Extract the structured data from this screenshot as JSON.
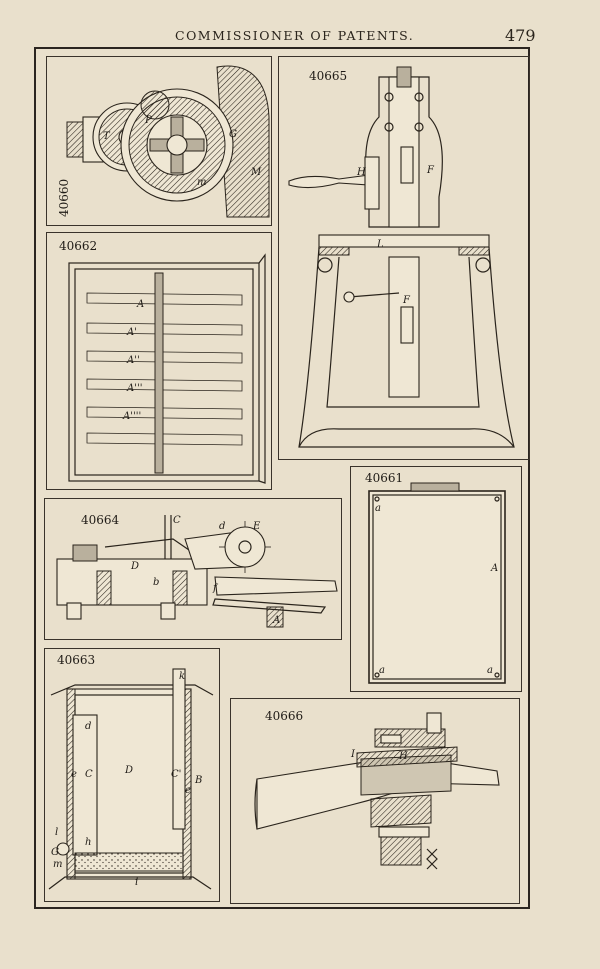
{
  "header": {
    "title": "COMMISSIONER OF PATENTS.",
    "page_number": "479"
  },
  "figures": [
    {
      "id": "fig-40660",
      "label": "40660",
      "letters": [
        "T",
        "P",
        "G",
        "M",
        "m"
      ]
    },
    {
      "id": "fig-40665",
      "label": "40665",
      "letters": [
        "H",
        "F",
        "L",
        "F"
      ]
    },
    {
      "id": "fig-40662",
      "label": "40662",
      "letters": [
        "A",
        "A'",
        "A''",
        "A'''",
        "A''''"
      ]
    },
    {
      "id": "fig-40661",
      "label": "40661",
      "letters": [
        "a",
        "A",
        "a",
        "a"
      ]
    },
    {
      "id": "fig-40664",
      "label": "40664",
      "letters": [
        "C",
        "d",
        "E",
        "D",
        "b",
        "f",
        "A"
      ]
    },
    {
      "id": "fig-40663",
      "label": "40663",
      "letters": [
        "k",
        "d",
        "D",
        "C",
        "C'",
        "B",
        "e",
        "e",
        "l",
        "h",
        "G",
        "m",
        "i"
      ]
    },
    {
      "id": "fig-40666",
      "label": "40666",
      "letters": [
        "I",
        "H"
      ]
    }
  ]
}
